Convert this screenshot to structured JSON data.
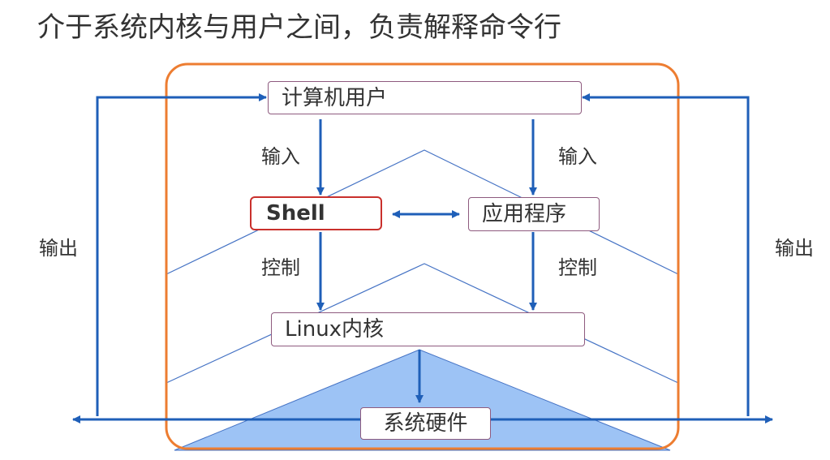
{
  "title": "介于系统内核与用户之间，负责解释命令行",
  "nodes": {
    "user": "计算机用户",
    "shell": "Shell",
    "app": "应用程序",
    "kernel": "Linux内核",
    "hardware": "系统硬件"
  },
  "labels": {
    "input_left": "输入",
    "input_right": "输入",
    "control_left": "控制",
    "control_right": "控制",
    "output_left": "输出",
    "output_right": "输出"
  },
  "colors": {
    "frame": "#ed7d31",
    "arrow": "#1f5fb8",
    "line": "#4472c4",
    "hardware_fill": "#9dc3f5",
    "shell_border": "#c9302c",
    "node_border": "#8e5a7e"
  }
}
